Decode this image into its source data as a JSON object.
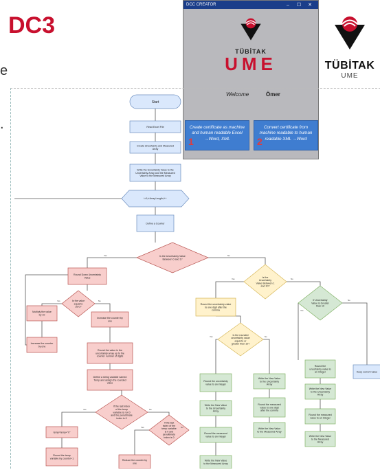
{
  "header": {
    "title": "DC3",
    "fragment_e": "e",
    "fragment_dot": "."
  },
  "logo": {
    "wordmark": "TÜBİTAK",
    "sub": "UME"
  },
  "app_window": {
    "title": "DCC CREATOR",
    "controls": [
      "–",
      "☐",
      "✕"
    ],
    "logo_word": "TÜBİTAK",
    "logo_big": "UME",
    "welcome_label": "Welcome",
    "user_name": "Ömer",
    "button1": {
      "label": "Create certificate as machine and human readable Excel →Word, XML",
      "number": "1"
    },
    "button2": {
      "label": "Convert certificate from machine readable to human readable XML →Word",
      "number": "2"
    }
  },
  "flowchart": {
    "start": "Start",
    "read_excel": "Read Excel File",
    "create_arrays": "Create Uncertainty and Measured Array",
    "write_arrays": "Write the Uncertainty Value to the Uncertainty Array and the Measured Value to the Measured Array",
    "loop": "i=0;i<Array.Length;i++",
    "define_counter": "Define a Counter",
    "decision_between_0_1": "Is the Uncertainty Value Between 0 and 1?",
    "round_down": "Round Down Uncertainty Value",
    "is_zero": "Is the value equal to zero?",
    "multiply": "Multiply the value by 10",
    "increase_one": "Increase the counter by one",
    "increase_counter_one": "Increase the counter by one",
    "round_value": "Round the value in the uncertainty array up to the counter number of digits",
    "define_temp": "Define a string variable named Temp and assign the rounded value",
    "decision_last_index": "If the last index of the temp variable is not 0 and the penultimate index is 0",
    "temp_assign": "temp=temp+\"0\"",
    "round_temp": "Round the temp variable by counter+1",
    "decision_last_index2": "If the last index of the temp variable is 0 and penultimate index is 0",
    "reduce_counter": "Reduce the counter by one",
    "decision_1_10": "Is the Uncertainty Value Between 1 and 10?",
    "round_one_digit": "Round the uncertainty value to one digit after the comma",
    "decision_rounded": "Is the rounded uncertainty value equal to or greater than 10?",
    "round_integer": "Round the uncertainty value to an integer",
    "write_new_unc": "Write the New Value to the Uncertainty Array",
    "round_measured_int": "Round the measured value to an integer",
    "write_new_meas": "Write the New Value to the Measured Array",
    "write_new_unc2": "Write the New Value to the Uncertainty Array",
    "round_measured_comma": "Round the measured value to one digit after the comma",
    "write_new_meas2": "Write the New Value to the Measured Array",
    "decision_greater_10": "If Uncertainty Value is Greater than 10",
    "round_integer2": "Round the uncertainty value to an integer",
    "write_new_unc3": "Write the New Value to the Uncertainty Array",
    "round_measured_int2": "Round the measured value to an integer",
    "write_new_meas3": "Write the New Value to the Measured Array",
    "keep_current": "Keep current value",
    "yes": "Yes",
    "no": "No"
  },
  "colors": {
    "brand_red": "#c8102e",
    "flow_blue_fill": "#dae8fc",
    "flow_blue_stroke": "#6c8ebf",
    "flow_red_fill": "#f8cecc",
    "flow_red_stroke": "#b85450",
    "flow_yellow_fill": "#fff2cc",
    "flow_yellow_stroke": "#d6b656",
    "flow_green_fill": "#d5e8d4",
    "flow_green_stroke": "#82b366",
    "button_blue": "#3f7dd0"
  }
}
